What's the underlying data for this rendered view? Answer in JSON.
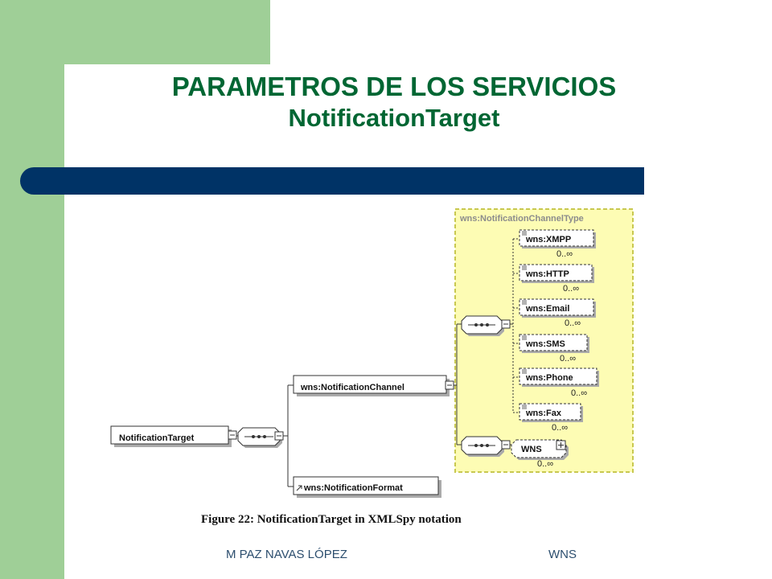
{
  "title": {
    "line1": "PARAMETROS DE LOS SERVICIOS",
    "line2": "NotificationTarget"
  },
  "diagram": {
    "root": "NotificationTarget",
    "channel": "wns:NotificationChannel",
    "format": "wns:NotificationFormat",
    "channel_type": "wns:NotificationChannelType",
    "channel_items": [
      {
        "label": "wns:XMPP",
        "cardinality": "0..∞"
      },
      {
        "label": "wns:HTTP",
        "cardinality": "0..∞"
      },
      {
        "label": "wns:Email",
        "cardinality": "0..∞"
      },
      {
        "label": "wns:SMS",
        "cardinality": "0..∞"
      },
      {
        "label": "wns:Phone",
        "cardinality": "0..∞"
      },
      {
        "label": "wns:Fax",
        "cardinality": "0..∞"
      }
    ],
    "wns": {
      "label": "WNS",
      "cardinality": "0..∞"
    },
    "colors": {
      "type_box_fill": "#fdfcb4",
      "type_box_border": "#c8c850",
      "node_border": "#333333"
    }
  },
  "caption": "Figure 22: NotificationTarget in XMLSpy notation",
  "footer": {
    "author": "M PAZ NAVAS LÓPEZ",
    "project": "WNS"
  }
}
